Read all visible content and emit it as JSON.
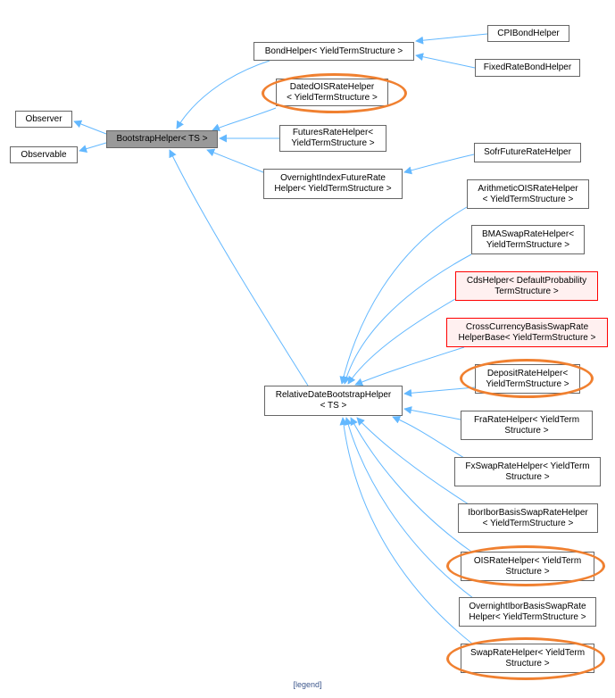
{
  "colors": {
    "edge": "#63b8ff",
    "highlight": "#f08030",
    "base_node": "#999999",
    "incomplete_border": "#ff0000",
    "incomplete_fill": "#fff0f0"
  },
  "nodes": {
    "observer": "Observer",
    "observable": "Observable",
    "bootstrap": "BootstrapHelper< TS >",
    "bond": "BondHelper< YieldTermStructure >",
    "cpibond": "CPIBondHelper",
    "fixedbond": "FixedRateBondHelper",
    "datedois": "DatedOISRateHelper\n< YieldTermStructure >",
    "futures": "FuturesRateHelper<\n YieldTermStructure >",
    "onifuture": "OvernightIndexFutureRate\nHelper< YieldTermStructure >",
    "sofr": "SofrFutureRateHelper",
    "arith": "ArithmeticOISRateHelper\n< YieldTermStructure >",
    "bma": "BMASwapRateHelper<\n YieldTermStructure >",
    "cds": "CdsHelper< DefaultProbability\nTermStructure >",
    "ccbs": "CrossCurrencyBasisSwapRate\nHelperBase< YieldTermStructure >",
    "deposit": "DepositRateHelper<\n YieldTermStructure >",
    "relative": "RelativeDateBootstrapHelper\n< TS >",
    "fra": "FraRateHelper< YieldTerm\nStructure >",
    "fxswap": "FxSwapRateHelper< YieldTerm\nStructure >",
    "iborbasis": "IborIborBasisSwapRateHelper\n< YieldTermStructure >",
    "ois": "OISRateHelper< YieldTerm\nStructure >",
    "onbasis": "OvernightIborBasisSwapRate\nHelper< YieldTermStructure >",
    "swap": "SwapRateHelper< YieldTerm\nStructure >"
  },
  "legend": "[legend]"
}
